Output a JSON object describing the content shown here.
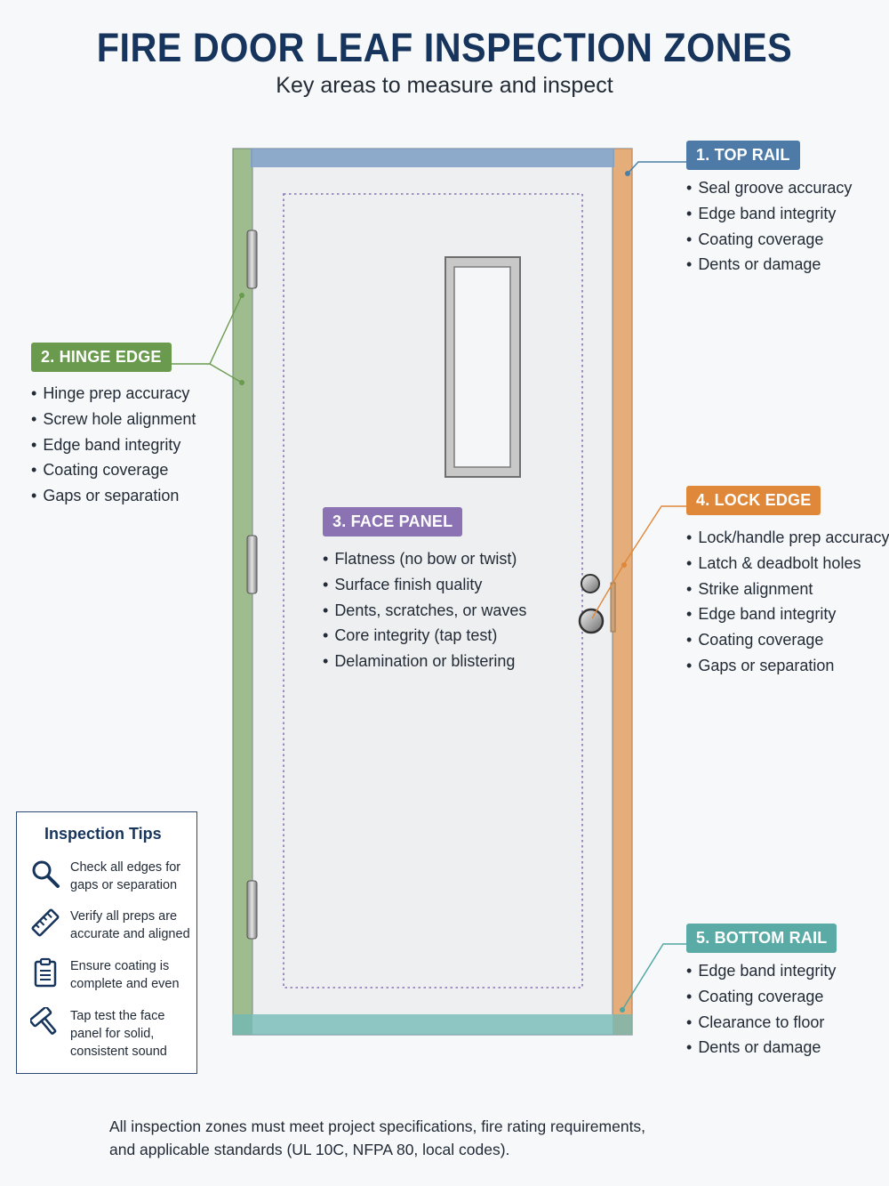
{
  "header": {
    "title": "FIRE DOOR LEAF INSPECTION ZONES",
    "subtitle": "Key areas to measure and inspect"
  },
  "colors": {
    "top_rail": "#7b9ec4",
    "hinge_edge": "#6a9a4e",
    "face_panel": "#8b72b2",
    "lock_edge": "#e0883a",
    "bottom_rail": "#6db8b4",
    "navy": "#17345c"
  },
  "zones": {
    "top_rail": {
      "label": "1. TOP RAIL",
      "items": [
        "Seal groove accuracy",
        "Edge band integrity",
        "Coating coverage",
        "Dents or damage"
      ]
    },
    "hinge_edge": {
      "label": "2. HINGE EDGE",
      "items": [
        "Hinge prep accuracy",
        "Screw hole alignment",
        "Edge band integrity",
        "Coating coverage",
        "Gaps or separation"
      ]
    },
    "face_panel": {
      "label": "3. FACE PANEL",
      "items": [
        "Flatness (no bow or twist)",
        "Surface finish quality",
        "Dents, scratches, or waves",
        "Core integrity (tap test)",
        "Delamination or blistering"
      ]
    },
    "lock_edge": {
      "label": "4. LOCK EDGE",
      "items": [
        "Lock/handle prep accuracy",
        "Latch & deadbolt holes",
        "Strike alignment",
        "Edge band integrity",
        "Coating coverage",
        "Gaps or separation"
      ]
    },
    "bottom_rail": {
      "label": "5. BOTTOM RAIL",
      "items": [
        "Edge band integrity",
        "Coating coverage",
        "Clearance to floor",
        "Dents or damage"
      ]
    }
  },
  "tips": {
    "title": "Inspection Tips",
    "items": [
      {
        "icon": "magnifier-icon",
        "text": "Check all edges for gaps or separation"
      },
      {
        "icon": "ruler-icon",
        "text": "Verify all preps are accurate and aligned"
      },
      {
        "icon": "clipboard-icon",
        "text": "Ensure coating is complete and even"
      },
      {
        "icon": "hammer-icon",
        "text": "Tap test the face panel for solid, consistent sound"
      }
    ]
  },
  "footer": {
    "line1": "All inspection zones must meet project specifications, fire rating requirements,",
    "line2": "and applicable standards (UL 10C, NFPA 80, local codes)."
  }
}
